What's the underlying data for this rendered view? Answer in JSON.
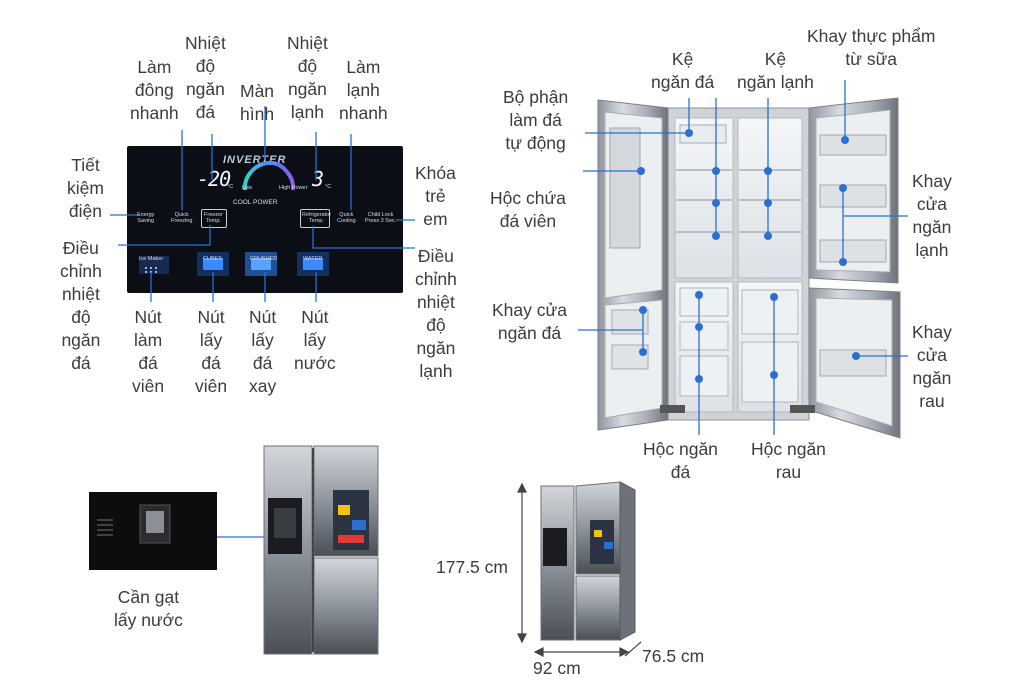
{
  "panel": {
    "brand": "INVERTER",
    "mode": "COOL POWER",
    "freezer_temp": "-20",
    "fridge_temp": "3",
    "unit": "°C",
    "low_power": "Low",
    "high_power": "High Power",
    "buttons": {
      "energy": "Energy\nSaving",
      "quick_freezing": "Quick\nFreezing",
      "freezer_temp": "Freezer\nTemp.",
      "fridge_temp": "Refrigerator\nTemp.",
      "quick_cooling": "Quick\nCooling",
      "child_lock": "Child Lock\nPress 3 Sec.",
      "ice_maker": "Ice Maker",
      "cubes": "CUBES",
      "crushed": "CRUSHED",
      "water": "WATER"
    }
  },
  "labels": {
    "quick_freeze": "Làm\nđông\nnhanh",
    "freezer_temp": "Nhiệt\nđộ\nngăn\nđá",
    "display": "Màn\nhình",
    "fridge_temp": "Nhiệt\nđộ\nngăn\nlạnh",
    "quick_cool": "Làm\nlạnh\nnhanh",
    "energy_saving": "Tiết\nkiệm\nđiện",
    "child_lock": "Khóa\ntrẻ\nem",
    "adjust_freezer": "Điều\nchỉnh\nnhiệt\nđộ\nngăn\nđá",
    "adjust_fridge": "Điều\nchỉnh\nnhiệt\nđộ\nngăn\nlạnh",
    "btn_ice": "Nút\nlàm\nđá\nviên",
    "btn_cubes": "Nút\nlấy\nđá\nviên",
    "btn_crushed": "Nút\nlấy\nđá\nxay",
    "btn_water": "Nút\nlấy\nnước",
    "auto_ice": "Bộ phận\nlàm đá\ntự động",
    "ice_box": "Hộc chứa\nđá viên",
    "freezer_door_tray": "Khay cửa\nngăn đá",
    "freezer_shelf": "Kệ\nngăn đá",
    "fridge_shelf": "Kệ\nngăn lạnh",
    "dairy_tray": "Khay thực phẩm\ntừ sữa",
    "fridge_door_tray": "Khay\ncửa\nngăn\nlạnh",
    "veg_door_tray": "Khay\ncửa\nngăn\nrau",
    "freezer_drawer": "Hộc ngăn\nđá",
    "veg_drawer": "Hộc ngăn\nrau",
    "water_lever": "Cần gạt\nlấy nước"
  },
  "dimensions": {
    "height": "177.5 cm",
    "width": "92 cm",
    "depth": "76.5 cm"
  },
  "colors": {
    "accent_blue": "#2b6fd1",
    "panel_bg": "#0b0e14",
    "steel": "#b9bec5"
  }
}
